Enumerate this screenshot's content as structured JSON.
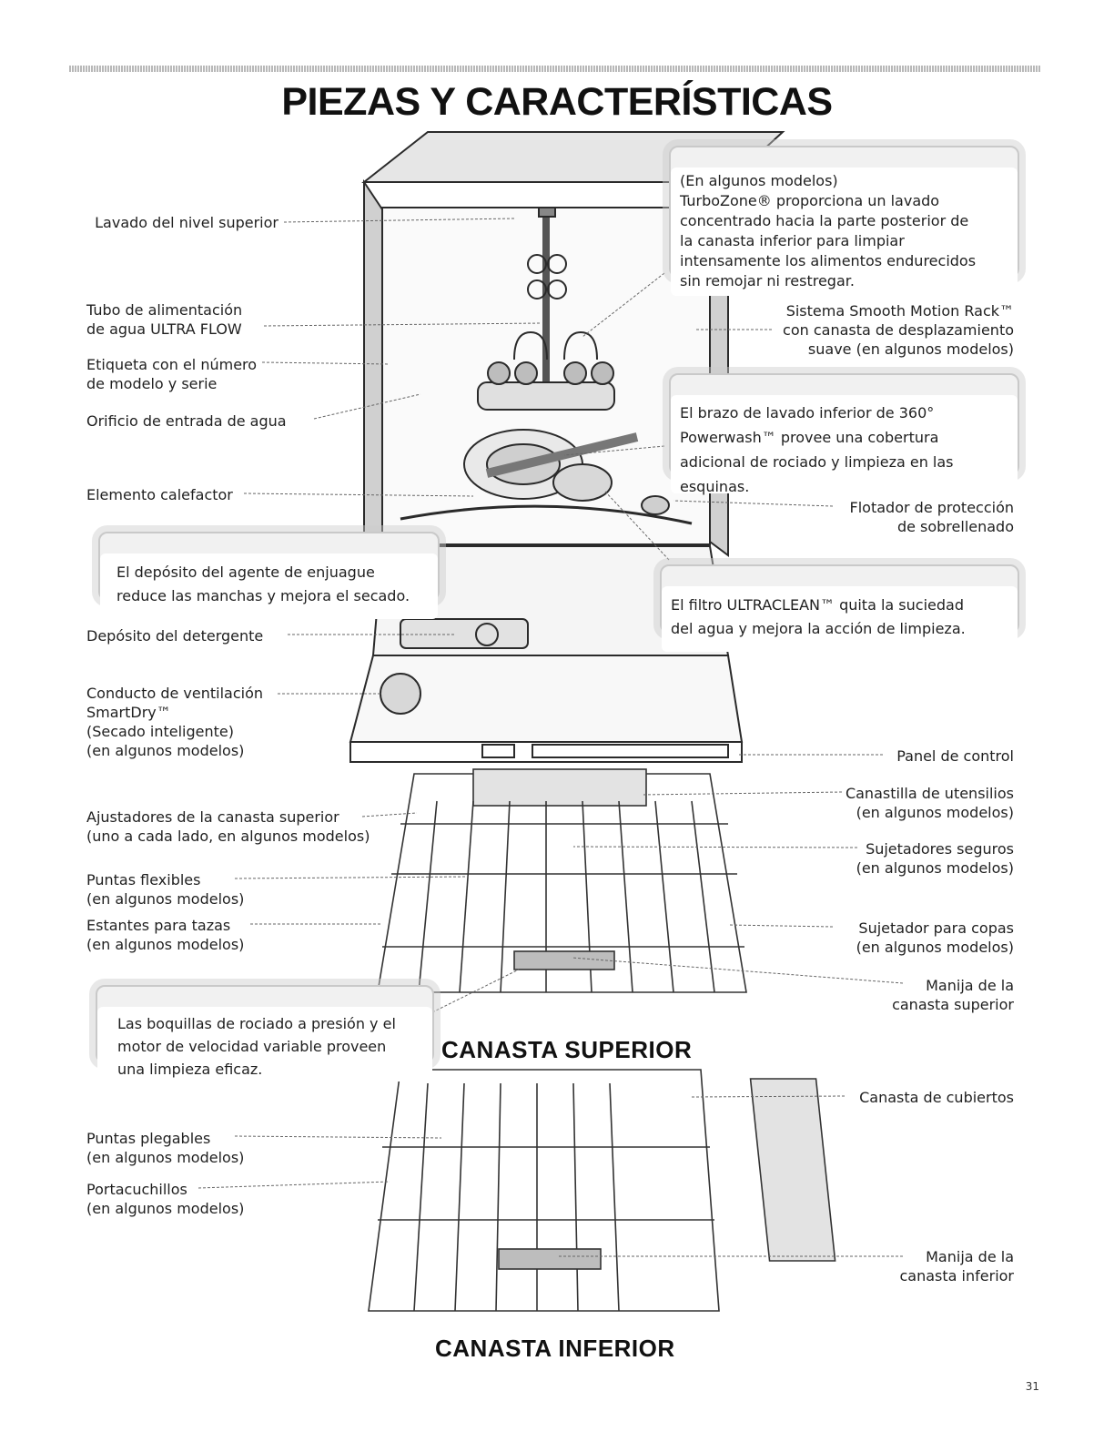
{
  "page": {
    "title": "PIEZAS Y CARACTERÍSTICAS",
    "page_number": "31"
  },
  "labels_left": [
    "Lavado del nivel superior",
    "Tubo de alimentación\nde agua ULTRA FLOW",
    "Etiqueta con el número\nde modelo y serie",
    "Orificio de entrada de agua",
    "Elemento calefactor",
    "Depósito del detergente",
    "Conducto de ventilación\nSmartDry™\n(Secado inteligente)\n(en algunos modelos)",
    "Ajustadores de la canasta superior\n(uno a cada lado, en algunos modelos)",
    "Puntas flexibles\n(en algunos modelos)",
    "Estantes para tazas\n(en algunos modelos)",
    "Puntas plegables\n(en algunos modelos)",
    "Portacuchillos\n(en algunos modelos)"
  ],
  "labels_right": [
    "Sistema Smooth Motion Rack™\ncon canasta de desplazamiento\nsuave (en algunos modelos)",
    "Flotador de protección\nde sobrellenado",
    "Panel de control",
    "Canastilla de utensilios\n(en algunos modelos)",
    "Sujetadores seguros\n(en algunos modelos)",
    "Sujetador para copas\n(en algunos modelos)",
    "Manija de la\ncanasta superior",
    "Canasta de cubiertos",
    "Manija de la\ncanasta inferior"
  ],
  "callouts": [
    "(En algunos modelos)\nTurboZone® proporciona un lavado\nconcentrado hacia la parte posterior de\nla canasta inferior para limpiar\nintensamente los alimentos endurecidos\nsin remojar ni restregar.",
    "El brazo de lavado inferior de 360°\nPowerwash™ provee una cobertura\nadicional de rociado y limpieza en las\nesquinas.",
    "El depósito del agente de enjuague\nreduce las manchas y mejora el secado.",
    "El filtro ULTRACLEAN™ quita la suciedad\ndel agua y mejora la acción de limpieza.",
    "Las boquillas de rociado a presión y el\nmotor de velocidad variable proveen\nuna limpieza eficaz."
  ],
  "sections": {
    "upper_rack": "CANASTA SUPERIOR",
    "lower_rack": "CANASTA INFERIOR"
  }
}
